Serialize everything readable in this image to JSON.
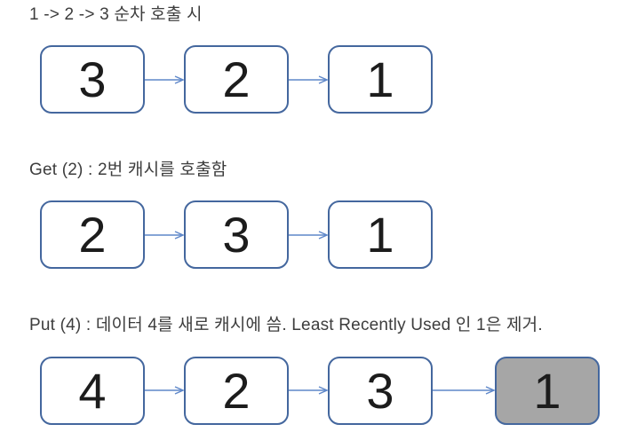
{
  "diagram": {
    "topic": "LRU cache linked-list illustration",
    "colors": {
      "background": "#ffffff",
      "node_border": "#44679e",
      "node_fill": "#ffffff",
      "evicted_node_fill": "#a6a6a6",
      "arrow": "#5e87c9",
      "caption_text": "#3d3d3d",
      "number_text": "#1c1c1c"
    },
    "sections": [
      {
        "label": "1 -> 2 -> 3 순차 호출 시",
        "nodes": [
          {
            "value": "3",
            "evicted": false
          },
          {
            "value": "2",
            "evicted": false
          },
          {
            "value": "1",
            "evicted": false
          }
        ]
      },
      {
        "label": "Get (2) : 2번 캐시를 호출함",
        "nodes": [
          {
            "value": "2",
            "evicted": false
          },
          {
            "value": "3",
            "evicted": false
          },
          {
            "value": "1",
            "evicted": false
          }
        ]
      },
      {
        "label": "Put (4) : 데이터 4를 새로 캐시에 씀. Least Recently Used 인 1은 제거.",
        "nodes": [
          {
            "value": "4",
            "evicted": false
          },
          {
            "value": "2",
            "evicted": false
          },
          {
            "value": "3",
            "evicted": false
          },
          {
            "value": "1",
            "evicted": true
          }
        ]
      }
    ]
  }
}
